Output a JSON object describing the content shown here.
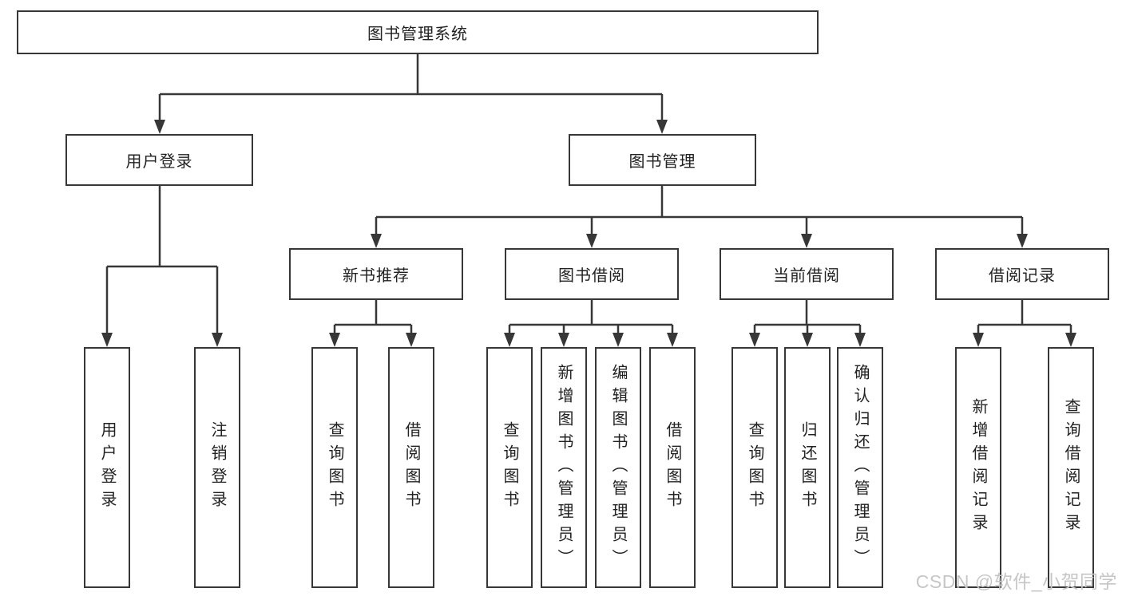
{
  "tree": {
    "label": "图书管理系统",
    "children": [
      {
        "label": "用户登录",
        "children": [
          {
            "label": "用户登录"
          },
          {
            "label": "注销登录"
          }
        ]
      },
      {
        "label": "图书管理",
        "children": [
          {
            "label": "新书推荐",
            "children": [
              {
                "label": "查询图书"
              },
              {
                "label": "借阅图书"
              }
            ]
          },
          {
            "label": "图书借阅",
            "children": [
              {
                "label": "查询图书"
              },
              {
                "label": "新增图书（管理员）"
              },
              {
                "label": "编辑图书（管理员）"
              },
              {
                "label": "借阅图书"
              }
            ]
          },
          {
            "label": "当前借阅",
            "children": [
              {
                "label": "查询图书"
              },
              {
                "label": "归还图书"
              },
              {
                "label": "确认归还（管理员）"
              }
            ]
          },
          {
            "label": "借阅记录",
            "children": [
              {
                "label": "新增借阅记录"
              },
              {
                "label": "查询借阅记录"
              }
            ]
          }
        ]
      }
    ]
  },
  "watermark": {
    "text": "CSDN @软件_小贺同学"
  },
  "colors": {
    "line": "#373737",
    "box_border": "#373737",
    "text": "#222222",
    "watermark": "#c6c6c6",
    "background": "#ffffff"
  }
}
